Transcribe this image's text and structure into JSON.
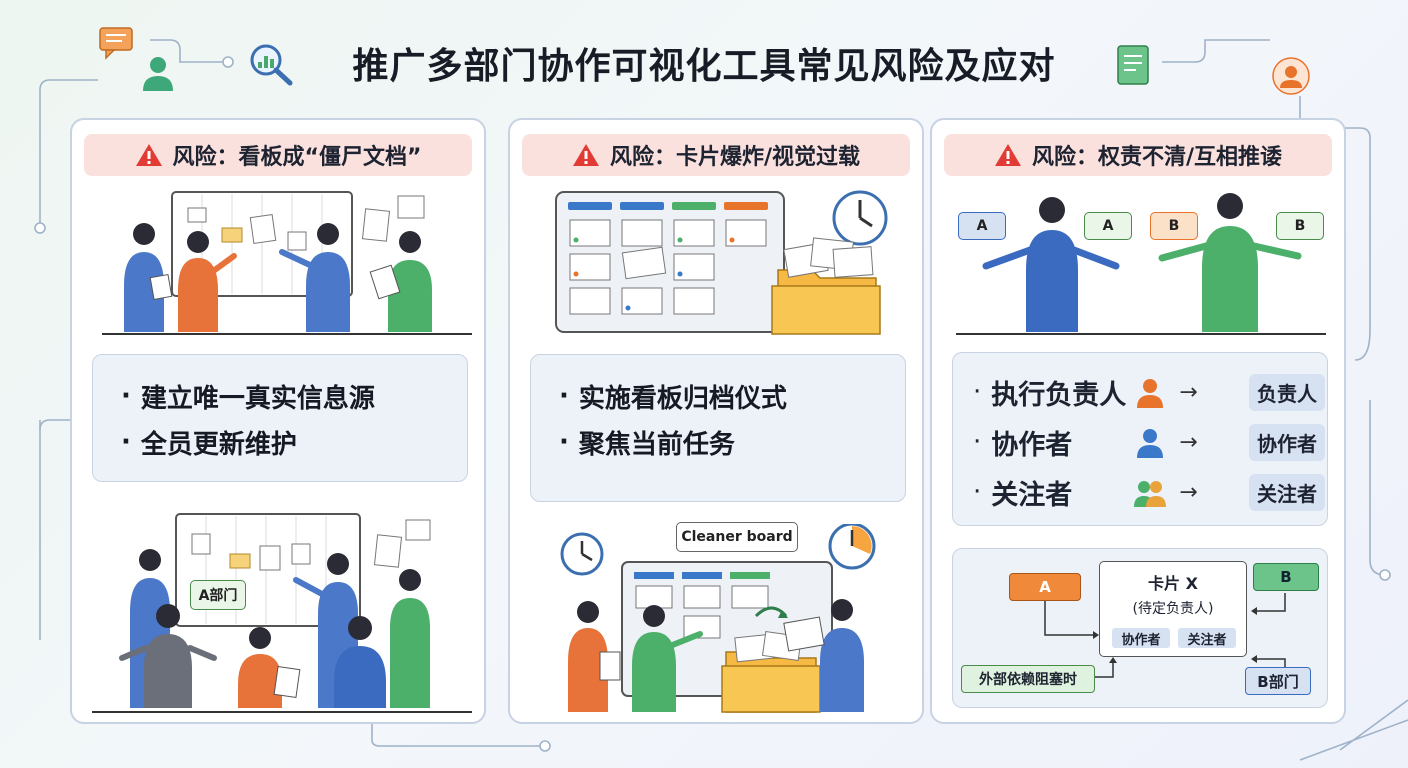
{
  "title": "推广多部门协作可视化工具常见风险及应对",
  "colors": {
    "risk_bg": "#fbe1de",
    "warn_red": "#e23b35",
    "panel_border": "#c7d2e3",
    "solution_bg": "#edf2f8",
    "accent_blue": "#3a78c9",
    "accent_green": "#4caf6a",
    "accent_orange": "#e8732a"
  },
  "icons": [
    "chat-icon",
    "user-icon",
    "magnifier-chart-icon",
    "document-icon",
    "avatar-icon",
    "warning-icon",
    "clock-icon",
    "folder-icon"
  ],
  "panels": [
    {
      "risk": "风险：看板成“僵尸文档”",
      "solutions": [
        "建立唯一真实信息源",
        "全员更新维护"
      ],
      "scene_labels": [
        "A部门"
      ]
    },
    {
      "risk": "风险：卡片爆炸/视觉过载",
      "solutions": [
        "实施看板归档仪式",
        "聚焦当前任务"
      ],
      "scene_labels": [
        "Cleaner board"
      ]
    },
    {
      "risk": "风险：权责不清/互相推诿",
      "bubbles": [
        "A",
        "A",
        "B",
        "B"
      ],
      "roles": [
        {
          "name": "执行负责人",
          "icon": "single-person-orange-icon",
          "arrow": "→",
          "tag": "负责人"
        },
        {
          "name": "协作者",
          "icon": "single-person-blue-icon",
          "arrow": "→",
          "tag": "协作者"
        },
        {
          "name": "关注者",
          "icon": "two-people-green-icon",
          "arrow": "→",
          "tag": "关注者"
        }
      ],
      "flow": {
        "left_top": "A",
        "right_top": "B",
        "card_title": "卡片 X",
        "card_sub": "(待定负责人)",
        "chip_a": "协作者",
        "chip_b": "关注者",
        "left_bottom": "外部依赖阻塞时",
        "right_bottom": "B部门"
      }
    }
  ]
}
